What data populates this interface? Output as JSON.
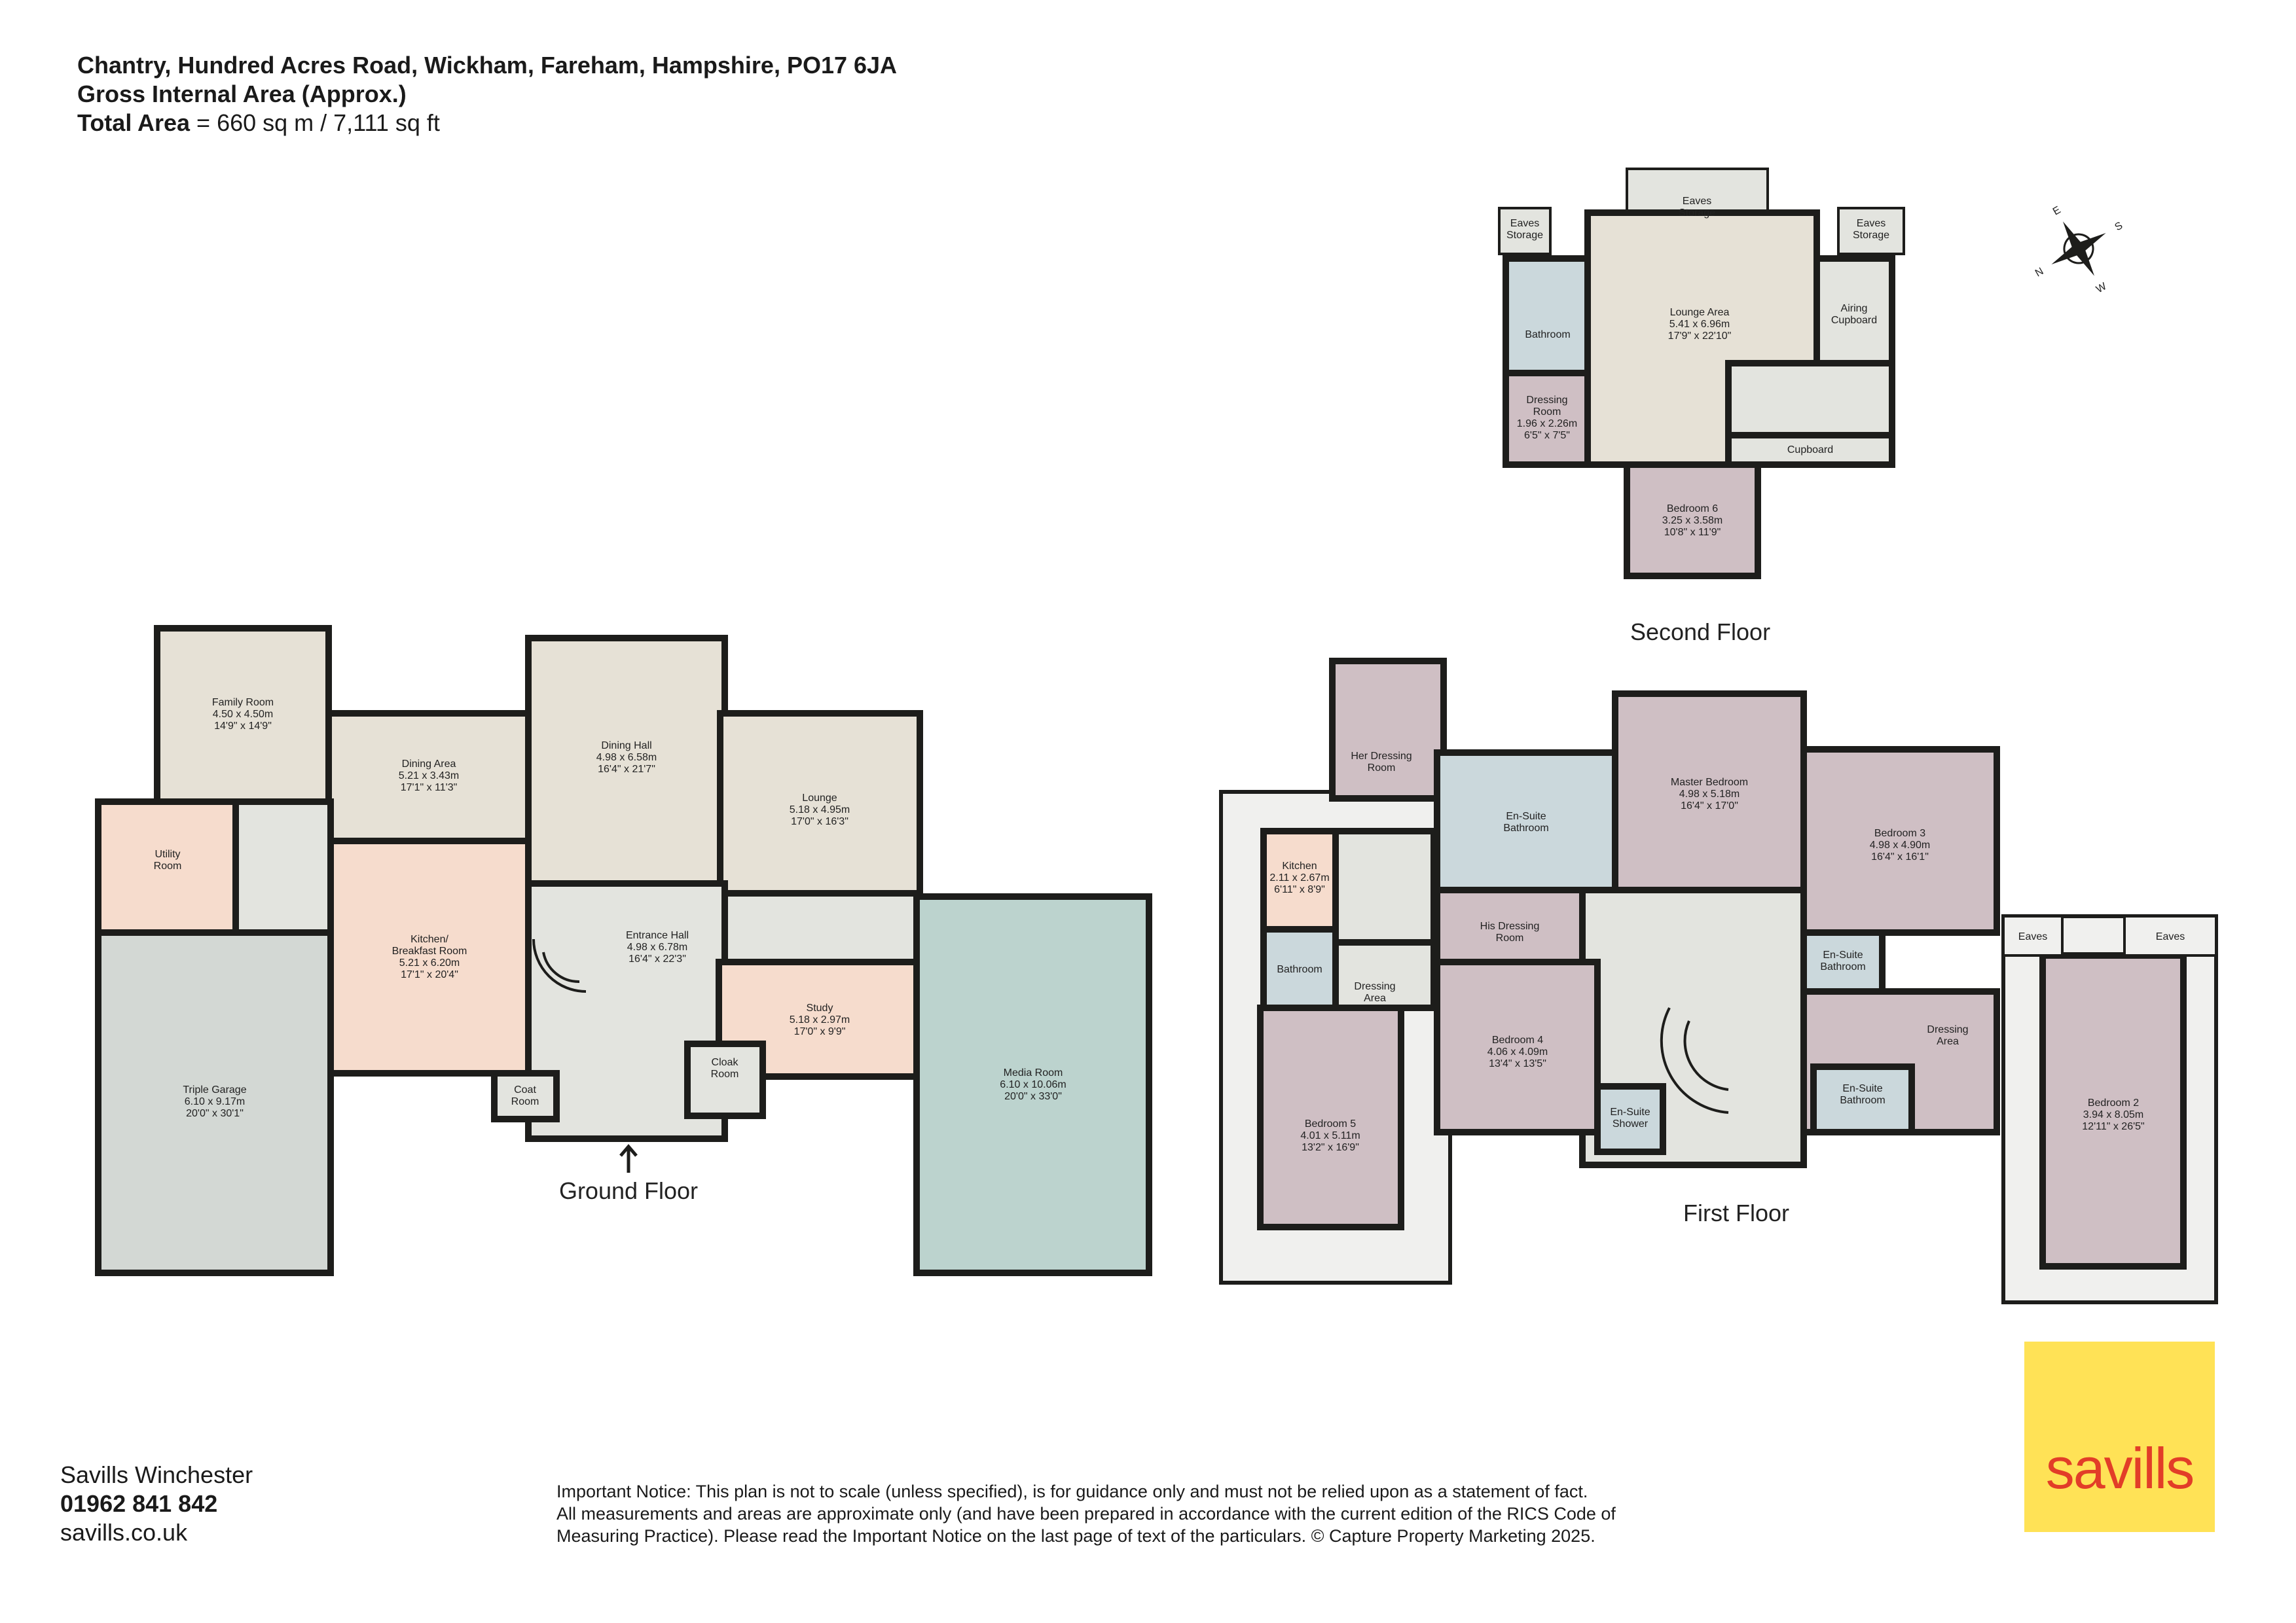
{
  "header": {
    "address": "Chantry, Hundred Acres Road, Wickham, Fareham, Hampshire, PO17 6JA",
    "gia": "Gross Internal Area (Approx.)",
    "total_label": "Total Area",
    "total_value": " = 660 sq m / 7,111 sq ft"
  },
  "colors": {
    "wall": "#1d1d1b",
    "hall": "#e3e4df",
    "family": "#e6e1d6",
    "orange": "#f6dccd",
    "garage": "#d3d8d4",
    "media": "#bcd3ce",
    "blue": "#cbd8dc",
    "mauve": "#cfbfc4",
    "pale": "#f0f0ee",
    "brand": "#ffe256",
    "brand_text": "#e23d28"
  },
  "floors": {
    "ground": "Ground Floor",
    "first": "First Floor",
    "second": "Second Floor"
  },
  "rooms": {
    "family": [
      "Family Room",
      "4.50 x 4.50m",
      "14'9\" x 14'9\""
    ],
    "dining_area": [
      "Dining Area",
      "5.21 x 3.43m",
      "17'1\" x 11'3\""
    ],
    "dining_hall": [
      "Dining Hall",
      "4.98 x 6.58m",
      "16'4\" x 21'7\""
    ],
    "lounge": [
      "Lounge",
      "5.18 x 4.95m",
      "17'0\" x 16'3\""
    ],
    "utility": [
      "Utility",
      "Room"
    ],
    "kitchen": [
      "Kitchen/",
      "Breakfast Room",
      "5.21 x 6.20m",
      "17'1\" x 20'4\""
    ],
    "entrance": [
      "Entrance Hall",
      "4.98 x 6.78m",
      "16'4\" x 22'3\""
    ],
    "study": [
      "Study",
      "5.18 x 2.97m",
      "17'0\" x 9'9\""
    ],
    "media": [
      "Media Room",
      "6.10 x 10.06m",
      "20'0\" x 33'0\""
    ],
    "garage": [
      "Triple Garage",
      "6.10 x 9.17m",
      "20'0\" x 30'1\""
    ],
    "coat": [
      "Coat",
      "Room"
    ],
    "cloak": [
      "Cloak",
      "Room"
    ],
    "her_dressing": [
      "Her Dressing",
      "Room"
    ],
    "ensuite_bath": [
      "En-Suite",
      "Bathroom"
    ],
    "master": [
      "Master Bedroom",
      "4.98 x 5.18m",
      "16'4\" x 17'0\""
    ],
    "bed3": [
      "Bedroom 3",
      "4.98 x 4.90m",
      "16'4\" x 16'1\""
    ],
    "kitchen2": [
      "Kitchen",
      "2.11 x 2.67m",
      "6'11\" x 8'9\""
    ],
    "his_dressing": [
      "His Dressing",
      "Room"
    ],
    "eaves": "Eaves",
    "ensuite_bath2": [
      "En-Suite",
      "Bathroom"
    ],
    "bathroom": "Bathroom",
    "dressing_area": [
      "Dressing",
      "Area"
    ],
    "bed4": [
      "Bedroom 4",
      "4.06 x 4.09m",
      "13'4\" x 13'5\""
    ],
    "dressing_area2": [
      "Dressing",
      "Area"
    ],
    "ensuite_bath3": [
      "En-Suite",
      "Bathroom"
    ],
    "ensuite_shower": [
      "En-Suite",
      "Shower"
    ],
    "bed5": [
      "Bedroom 5",
      "4.01 x 5.11m",
      "13'2\" x 16'9\""
    ],
    "bed2": [
      "Bedroom 2",
      "3.94 x 8.05m",
      "12'11\" x 26'5\""
    ],
    "eaves_storage": [
      "Eaves",
      "Storage"
    ],
    "lounge_area": [
      "Lounge Area",
      "5.41 x 6.96m",
      "17'9\" x 22'10\""
    ],
    "airing": [
      "Airing",
      "Cupboard"
    ],
    "dressing_room": [
      "Dressing",
      "Room",
      "1.96 x 2.26m",
      "6'5\" x 7'5\""
    ],
    "cupboard": "Cupboard",
    "bed6": [
      "Bedroom 6",
      "3.25 x 3.58m",
      "10'8\" x 11'9\""
    ]
  },
  "compass": [
    "E",
    "S",
    "N",
    "W"
  ],
  "office": {
    "name": "Savills Winchester",
    "phone": "01962 841 842",
    "web": "savills.co.uk"
  },
  "notice": {
    "line1": "Important Notice: This plan is not to scale (unless specified), is for guidance only and must not be relied upon as a statement of fact.",
    "line2": "All measurements and areas are approximate only (and have been prepared in accordance with the current edition of the RICS Code of",
    "line3": "Measuring Practice). Please read the Important Notice on the last page of text of the particulars. © Capture Property Marketing 2025."
  },
  "brand": "savills"
}
